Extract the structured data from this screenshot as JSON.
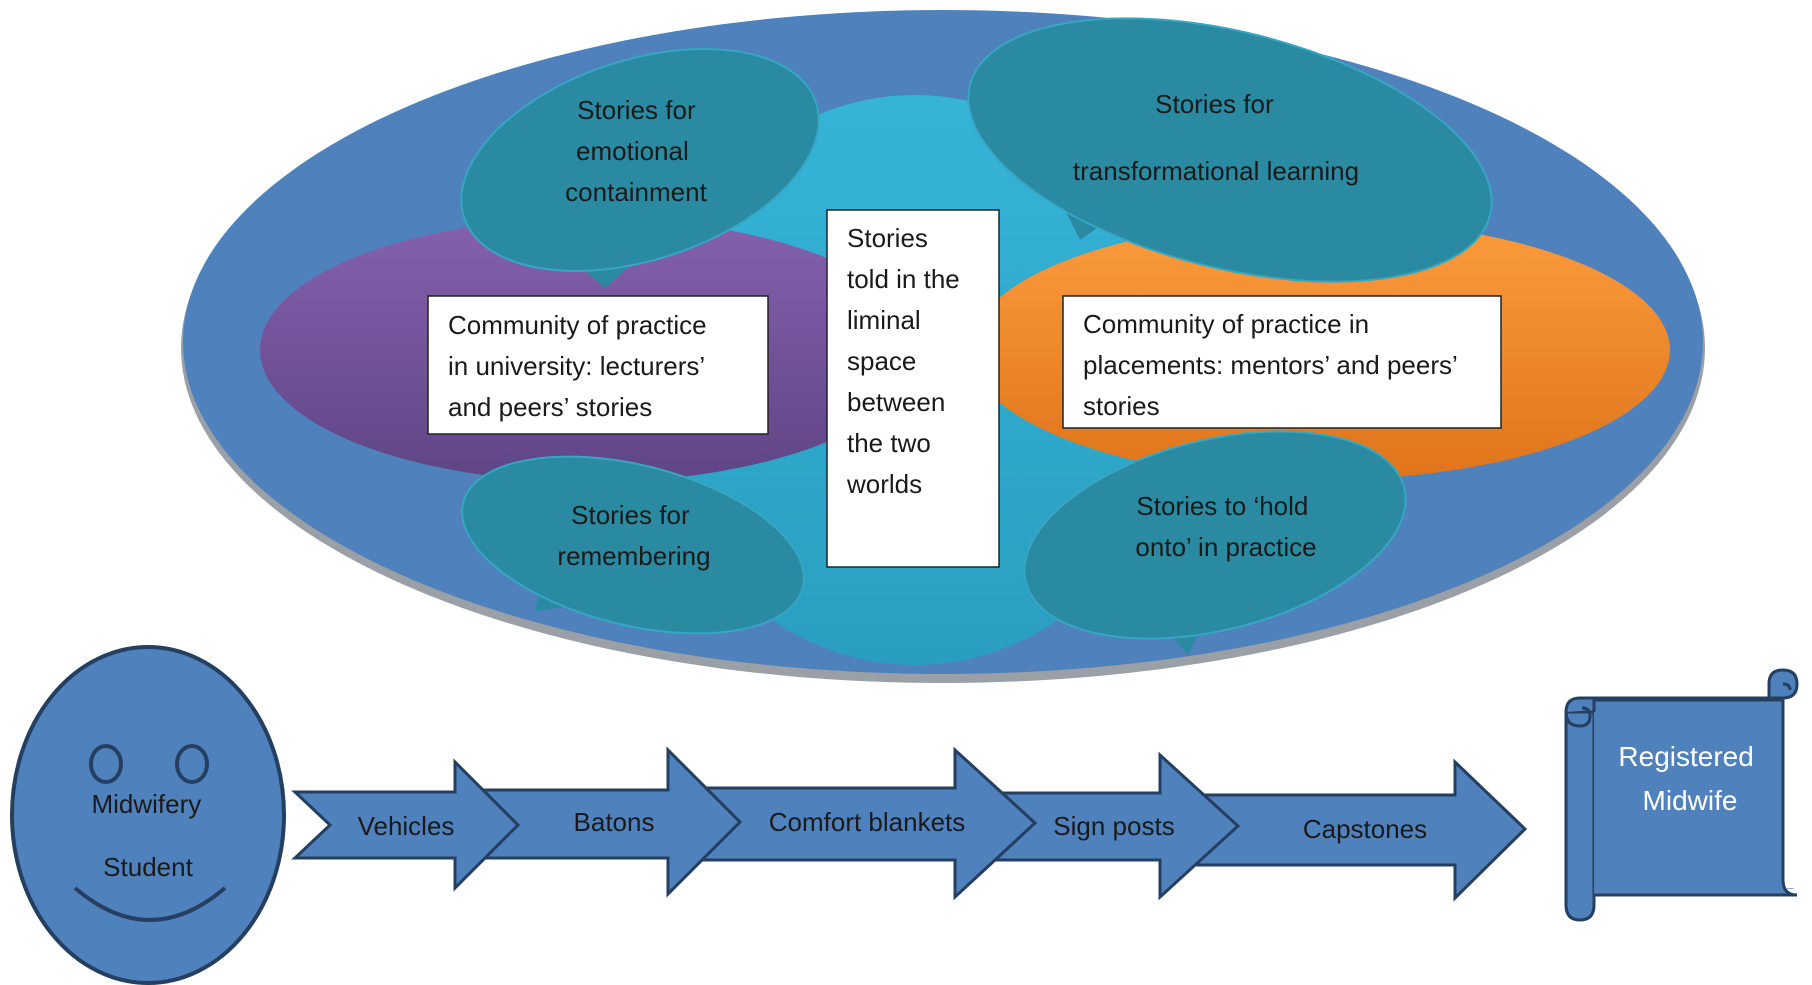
{
  "outer": {
    "central_box": [
      "Stories",
      "told in the",
      "liminal",
      "space",
      "between",
      "the two",
      "worlds"
    ],
    "university_box": [
      "Community of practice",
      "in university: lecturers’",
      "and peers’ stories"
    ],
    "placement_box": [
      "Community of practice in",
      "placements: mentors’ and peers’",
      "stories"
    ]
  },
  "bubbles": {
    "emotional": [
      "Stories for",
      "emotional",
      "containment"
    ],
    "transformational": [
      "Stories for",
      "transformational learning"
    ],
    "remembering": [
      "Stories for",
      "remembering"
    ],
    "hold_onto": [
      "Stories to ‘hold",
      "onto’ in practice"
    ]
  },
  "student": [
    "Midwifery",
    "Student"
  ],
  "journey_steps": [
    "Vehicles",
    "Batons",
    "Comfort blankets",
    "Sign posts",
    "Capstones"
  ],
  "scroll": [
    "Registered",
    "Midwife"
  ],
  "colors": {
    "outer_ellipse": "#4f81bd",
    "inner_circle": "#31acd0",
    "university": "#7a5aa6",
    "placement": "#f79232",
    "bubble": "#2a8aa2",
    "arrow": "#4f81bd",
    "arrow_stroke": "#243f60"
  }
}
